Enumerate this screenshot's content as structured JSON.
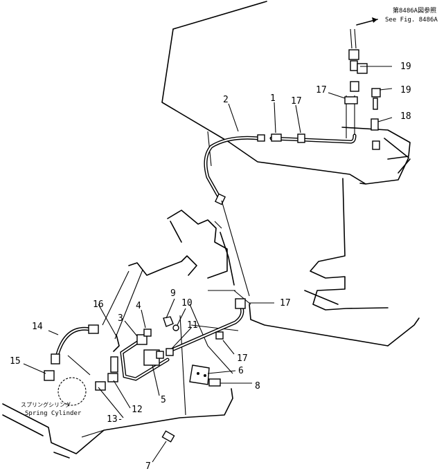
{
  "reference_note": {
    "jp": "第8486A図参照",
    "en": "See Fig. 8486A"
  },
  "spring_cylinder_note": {
    "jp": "スプリングシリンダ",
    "en": "Spring Cylinder"
  },
  "callouts": {
    "c1": "1",
    "c2": "2",
    "c3": "3",
    "c4": "4",
    "c5": "5",
    "c6": "6",
    "c7": "7",
    "c8": "8",
    "c9": "9",
    "c10": "10",
    "c11": "11",
    "c12": "12",
    "c13": "13-",
    "c14": "14",
    "c15": "15",
    "c16": "16",
    "c17a": "17",
    "c17b": "17",
    "c17c": "17",
    "c17d": "17",
    "c18": "18",
    "c19a": "19",
    "c19b": "19"
  }
}
